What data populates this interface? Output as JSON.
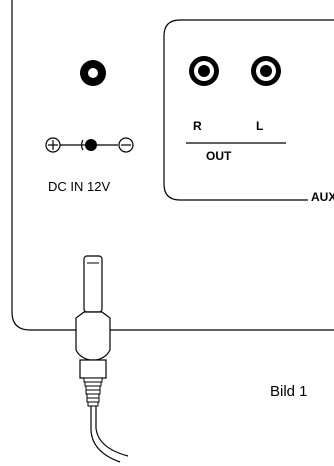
{
  "labels": {
    "dc_in": "DC IN 12V",
    "right": "R",
    "left": "L",
    "out": "OUT",
    "aux": "AUX",
    "caption": "Bild 1"
  },
  "polarity": {
    "positive_symbol": "⊕",
    "negative_symbol": "⊖"
  }
}
